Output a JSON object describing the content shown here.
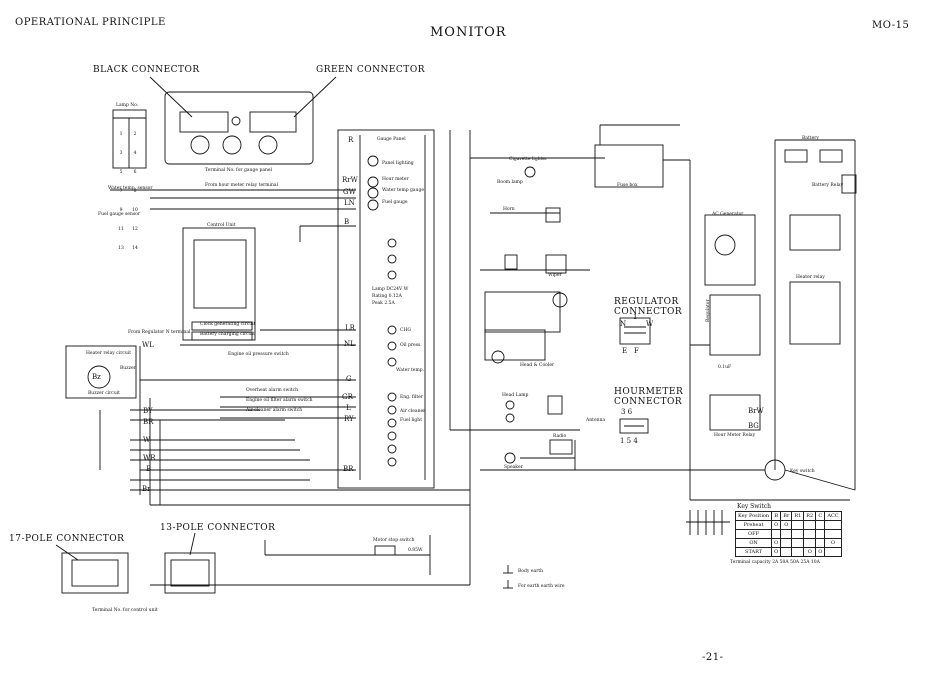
{
  "header": {
    "left": "OPERATIONAL PRINCIPLE",
    "title": "MONITOR",
    "right": "MO-15",
    "page_number": "-21-"
  },
  "connectors": {
    "black": "BLACK CONNECTOR",
    "green": "GREEN CONNECTOR",
    "pole17": "17-POLE CONNECTOR",
    "pole13": "13-POLE CONNECTOR",
    "regulator": "REGULATOR\nCONNECTOR",
    "hourmeter": "HOURMETER\nCONNECTOR"
  },
  "regulator_pins": {
    "n": "N",
    "one": "1",
    "w": "W",
    "e": "E",
    "f": "F"
  },
  "hourmeter_pins": {
    "top": "3 6",
    "bottom": "1 5 4"
  },
  "wires": [
    "R",
    "RrW",
    "GW",
    "LN",
    "B",
    "LR",
    "NL",
    "G",
    "GR",
    "L",
    "RY",
    "BR",
    "WL",
    "BY",
    "BR",
    "W",
    "WR",
    "B",
    "Br",
    "BrW",
    "BG"
  ],
  "small_labels": {
    "lamp_no": "Lamp No.",
    "terminal_gauge": "Terminal No. for gauge panel",
    "terminal_control": "Terminal No. for control unit",
    "gauge_panel": "Gauge Panel",
    "panel_lighting": "Panel lighting",
    "hour_meter": "Hour meter",
    "water_temp_gauge": "Water temp gauge",
    "fuel_gauge": "Fuel gauge",
    "water_temp_sensor": "Water temp. sensor",
    "fuel_gauge_sensor": "Fuel gauge sensor",
    "from_hour_meter_relay": "From hour meter relay terminal",
    "control_unit": "Control Unit",
    "clock_generating": "Clock generating circuit",
    "battery_charging": "Battery charging circuit",
    "from_regulator": "From Regulator N terminal",
    "engine_oil_pressure": "Engine oil pressure switch",
    "heater_relay_circuit": "Heater relay circuit",
    "buzzer": "Buzzer",
    "buzzer_circuit": "Buzzer circuit",
    "bz": "Bz",
    "lamp_rating": "Lamp  DC24V W",
    "rating": "Rating  0.12A",
    "peak": "Peak   2.5A",
    "chg": "CHG",
    "oil_press": "Oil press.",
    "water_temp": "Water temp.",
    "overheat": "Overheat alarm switch",
    "engine_oil_filter": "Engine oil filter alarm switch",
    "air_cleaner": "Air cleaner alarm switch",
    "eng_filter": "Eng. filter",
    "air_cleaner_lamp": "Air cleaner",
    "fuel_light": "Fuel light",
    "motor_stop": "Motor stop switch",
    "fuse_06": "0.85W",
    "body_earth": "Body earth",
    "for_earth": "For earth earth wire",
    "cigarette_lighter": "Cigarette lighter",
    "room_lamp": "Room lamp",
    "fuse_box": "Fuse box",
    "horn": "Horn",
    "wiper": "Wiper",
    "head_lamp": "Head Lamp",
    "antenna": "Antenna",
    "radio": "Radio",
    "speaker": "Speaker",
    "head_cooler": "Head & Cooler",
    "battery": "Battery",
    "battery_relay": "Battery Relay",
    "heater_relay": "Heater relay",
    "ac_generator": "AC Generator",
    "regulator": "Regulator",
    "hour_meter_relay": "Hour Meter Relay",
    "key_switch": "Key switch",
    "key_switch_title": "Key Switch",
    "terminal_capacity": "Terminal capacity  2A  50A  50A  25A  10A",
    "diode": "0.1uF"
  },
  "key_switch_table": {
    "headers": [
      "Key Position",
      "B",
      "Br",
      "R1",
      "R2",
      "C",
      "ACC"
    ],
    "rows": [
      [
        "Preheat",
        "O",
        "O",
        "",
        "",
        "",
        ""
      ],
      [
        "OFF",
        "",
        "",
        "",
        "",
        "",
        ""
      ],
      [
        "ON",
        "O",
        "",
        "",
        "",
        "",
        "O"
      ],
      [
        "START",
        "O",
        "",
        "",
        "O",
        "O",
        ""
      ]
    ]
  },
  "lamp_table": [
    [
      "1",
      "2"
    ],
    [
      "3",
      "4"
    ],
    [
      "5",
      "6"
    ],
    [
      "7",
      "8"
    ],
    [
      "9",
      "10"
    ],
    [
      "11",
      "12"
    ],
    [
      "13",
      "14"
    ]
  ]
}
